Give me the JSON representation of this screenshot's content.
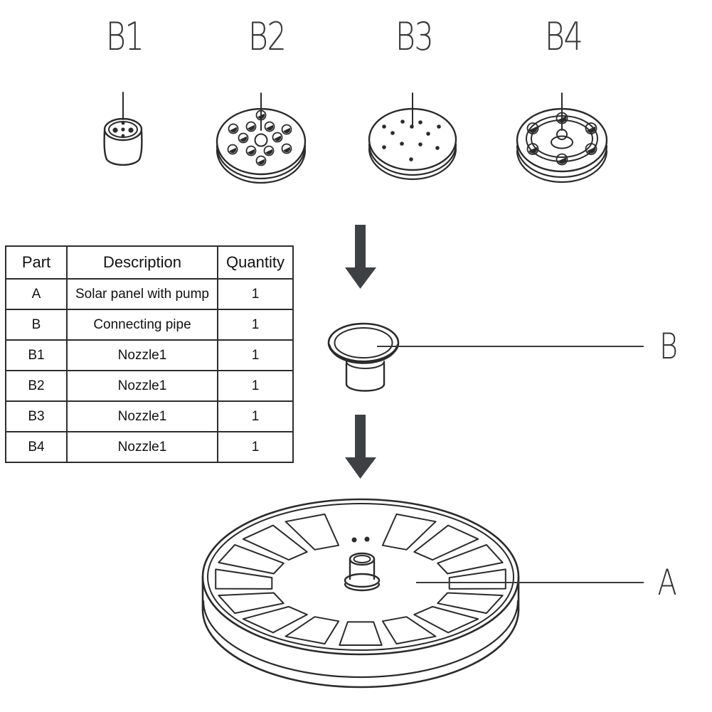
{
  "diagram": {
    "nozzle_labels": [
      "B1",
      "B2",
      "B3",
      "B4"
    ],
    "callouts": {
      "pipe": "B",
      "panel": "A"
    }
  },
  "parts_table": {
    "headers": [
      "Part",
      "Description",
      "Quantity"
    ],
    "rows": [
      [
        "A",
        "Solar panel with pump",
        "1"
      ],
      [
        "B",
        "Connecting pipe",
        "1"
      ],
      [
        "B1",
        "Nozzle1",
        "1"
      ],
      [
        "B2",
        "Nozzle1",
        "1"
      ],
      [
        "B3",
        "Nozzle1",
        "1"
      ],
      [
        "B4",
        "Nozzle1",
        "1"
      ]
    ]
  },
  "colors": {
    "line": "#2b2b2b",
    "arrow": "#3e4144",
    "text": "#111111",
    "label": "#3a3a3a",
    "background": "#ffffff"
  }
}
